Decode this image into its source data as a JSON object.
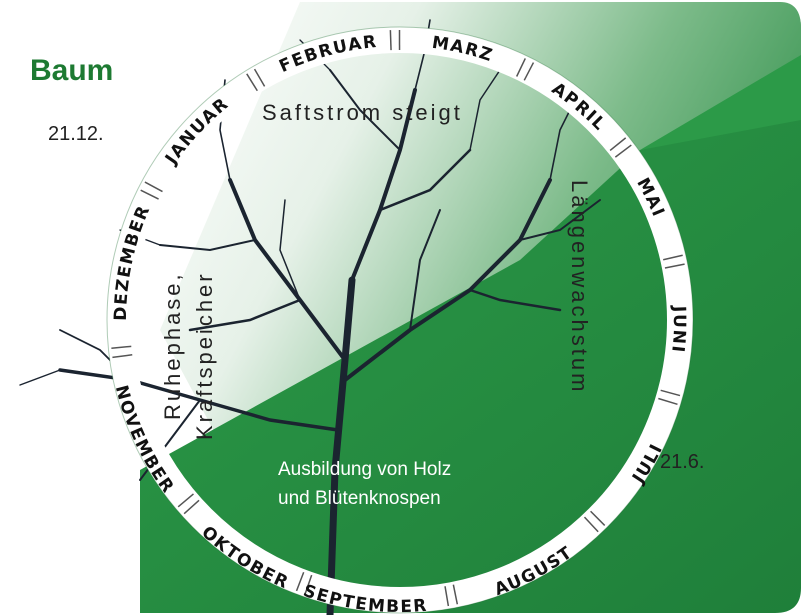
{
  "title": "Baum",
  "dates": {
    "winter": "21.12.",
    "summer": "21.6."
  },
  "phases": {
    "sap": "Saftstrom steigt",
    "rest_line1": "Ruhephase,",
    "rest_line2": "Kraftspeicher",
    "growth": "Längenwachstum",
    "buds_line1": "Ausbildung von Holz",
    "buds_line2": "und Blütenknospen"
  },
  "months": [
    "JANUAR",
    "FEBRUAR",
    "MARZ",
    "APRIL",
    "MAI",
    "JUNI",
    "JULI",
    "AUGUST",
    "SEPTEMBER",
    "OKTOBER",
    "NOVEMBER",
    "DEZEMBER"
  ],
  "colors": {
    "green_dark": "#1e8a3c",
    "green_light": "#5aa96b",
    "ring": "#ffffff",
    "title": "#1d7a32"
  }
}
